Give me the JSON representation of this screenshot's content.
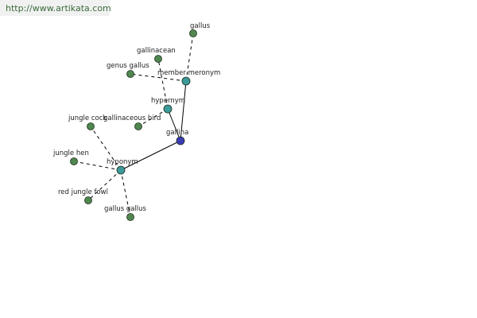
{
  "watermark": {
    "url": "http://www.artikata.com"
  },
  "colors": {
    "root": "#3b3bb4",
    "hub": "#3c9a9a",
    "leaf": "#4f874f",
    "edge": "#000000"
  },
  "graph": {
    "nodes": [
      {
        "id": "gallus",
        "label": "gallus",
        "kind": "leaf"
      },
      {
        "id": "gallinacean",
        "label": "gallinacean",
        "kind": "leaf"
      },
      {
        "id": "genus-gallus",
        "label": "genus gallus",
        "kind": "leaf"
      },
      {
        "id": "member-meronym",
        "label": "member meronym",
        "kind": "hub"
      },
      {
        "id": "hypernym",
        "label": "hypernym",
        "kind": "hub"
      },
      {
        "id": "jungle-cock",
        "label": "jungle cock",
        "kind": "leaf"
      },
      {
        "id": "gallinaceous-bird",
        "label": "gallinaceous bird",
        "kind": "leaf"
      },
      {
        "id": "gallina",
        "label": "gallina",
        "kind": "root"
      },
      {
        "id": "jungle-hen",
        "label": "jungle hen",
        "kind": "leaf"
      },
      {
        "id": "hyponym",
        "label": "hyponym",
        "kind": "hub"
      },
      {
        "id": "red-jungle-fowl",
        "label": "red jungle fowl",
        "kind": "leaf"
      },
      {
        "id": "gallus-gallus",
        "label": "gallus gallus",
        "kind": "leaf"
      }
    ],
    "edges": [
      {
        "from": "gallina",
        "to": "member-meronym",
        "style": "solid"
      },
      {
        "from": "gallina",
        "to": "hypernym",
        "style": "solid"
      },
      {
        "from": "gallina",
        "to": "hyponym",
        "style": "solid"
      },
      {
        "from": "member-meronym",
        "to": "gallus",
        "style": "dashed"
      },
      {
        "from": "member-meronym",
        "to": "genus-gallus",
        "style": "dashed"
      },
      {
        "from": "hypernym",
        "to": "gallinacean",
        "style": "dashed"
      },
      {
        "from": "hypernym",
        "to": "gallinaceous-bird",
        "style": "dashed"
      },
      {
        "from": "hyponym",
        "to": "jungle-cock",
        "style": "dashed"
      },
      {
        "from": "hyponym",
        "to": "jungle-hen",
        "style": "dashed"
      },
      {
        "from": "hyponym",
        "to": "red-jungle-fowl",
        "style": "dashed"
      },
      {
        "from": "hyponym",
        "to": "gallus-gallus",
        "style": "dashed"
      }
    ]
  }
}
